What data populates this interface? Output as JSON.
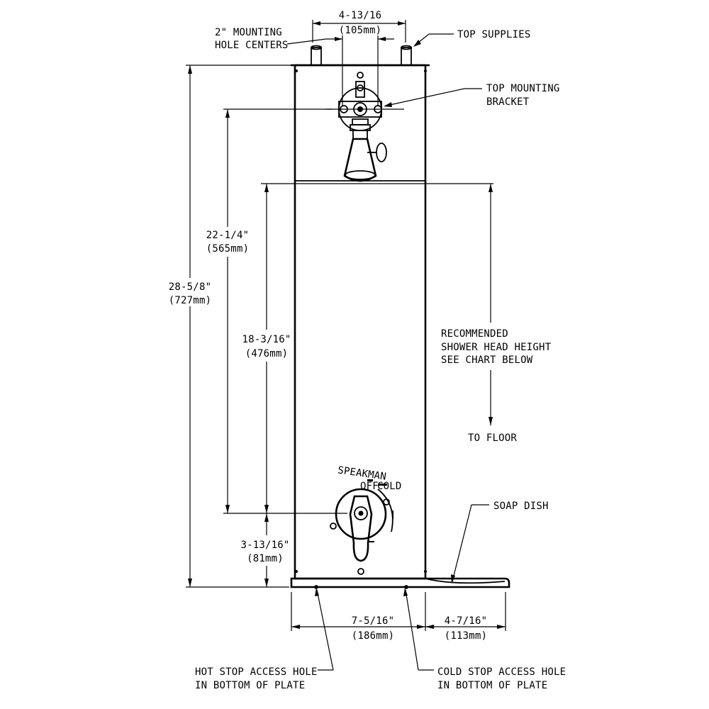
{
  "labels": {
    "top_width": "4-13/16",
    "top_width_mm": "(105mm)",
    "mounting_line1": "2\" MOUNTING",
    "mounting_line2": "HOLE CENTERS",
    "top_supplies": "TOP SUPPLIES",
    "bracket_line1": "TOP MOUNTING",
    "bracket_line2": "BRACKET",
    "height_total": "28-5/8\"",
    "height_total_mm": "(727mm)",
    "height_bracket": "22-1/4\"",
    "height_bracket_mm": "(565mm)",
    "height_valve": "18-3/16\"",
    "height_valve_mm": "(476mm)",
    "height_bottom": "3-13/16\"",
    "height_bottom_mm": "(81mm)",
    "rec_line1": "RECOMMENDED",
    "rec_line2": "SHOWER HEAD HEIGHT",
    "rec_line3": "SEE CHART BELOW",
    "to_floor": "TO FLOOR",
    "soap_dish": "SOAP DISH",
    "brand": "SPEAKMAN",
    "brand_off": "OFF",
    "brand_cold": "COLD",
    "width_plate": "7-5/16\"",
    "width_plate_mm": "(186mm)",
    "width_dish": "4-7/16\"",
    "width_dish_mm": "(113mm)",
    "hot_line1": "HOT STOP ACCESS HOLE",
    "hot_line2": "IN BOTTOM OF PLATE",
    "cold_line1": "COLD STOP ACCESS HOLE",
    "cold_line2": "IN BOTTOM OF PLATE"
  },
  "icons": {
    "shower_head": "shower-head-icon",
    "valve_handle": "valve-handle-icon",
    "mounting_bracket": "mounting-bracket-icon",
    "supply_pipe": "supply-pipe-icon"
  }
}
